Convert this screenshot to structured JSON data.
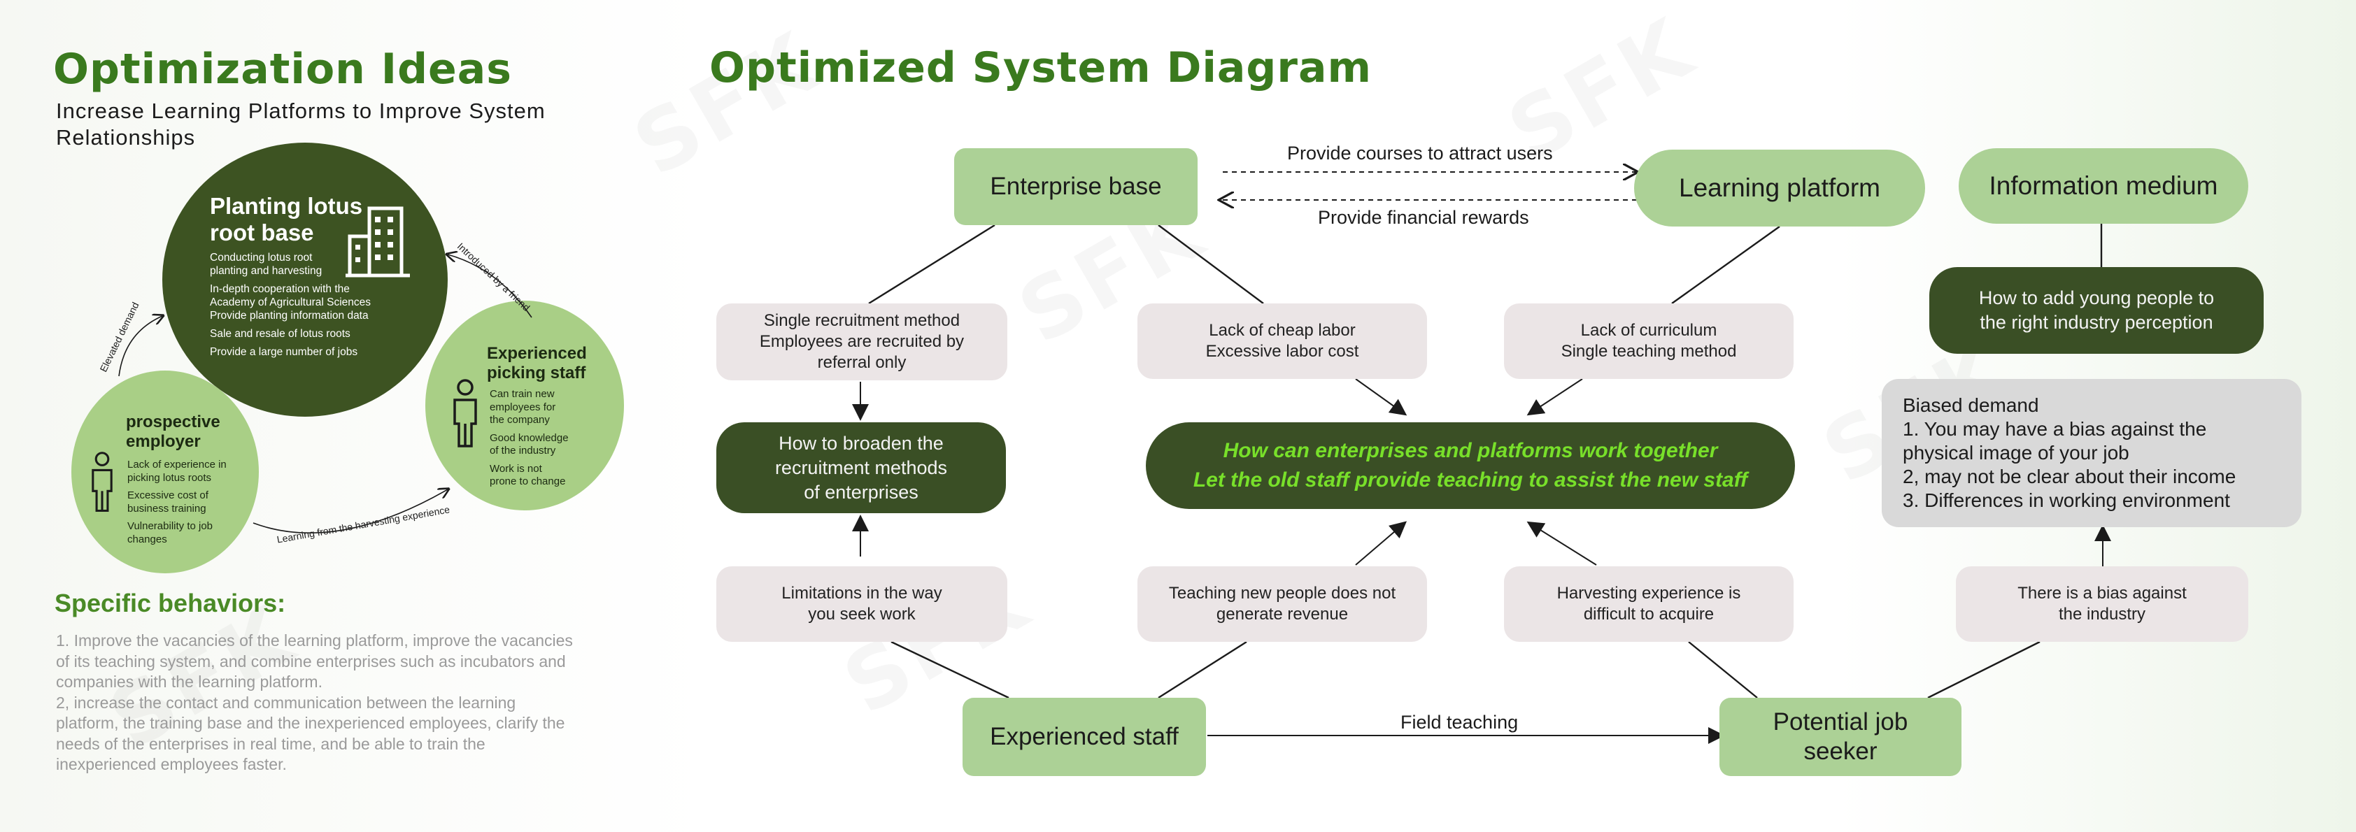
{
  "left": {
    "title": "Optimization Ideas",
    "subtitle_line1": "Increase Learning Platforms to Improve System",
    "subtitle_line2": "Relationships",
    "base": {
      "title_line1": "Planting lotus",
      "title_line2": "root base",
      "item1_line1": "Conducting lotus root",
      "item1_line2": "planting and harvesting",
      "item2_line1": "In-depth cooperation with the",
      "item2_line2": "Academy of Agricultural Sciences",
      "item2_line3": "Provide planting information data",
      "item3": "Sale and resale of lotus roots",
      "item4": "Provide a large number of jobs"
    },
    "staff": {
      "title_line1": "Experienced",
      "title_line2": "picking staff",
      "item1_line1": "Can train new",
      "item1_line2": "employees for",
      "item1_line3": "the company",
      "item2_line1": "Good knowledge",
      "item2_line2": "of the industry",
      "item3_line1": "Work is not",
      "item3_line2": "prone to change"
    },
    "employer": {
      "title_line1": "prospective",
      "title_line2": "employer",
      "item1_line1": "Lack of experience in",
      "item1_line2": "picking lotus roots",
      "item2_line1": "Excessive cost of",
      "item2_line2": "business training",
      "item3_line1": "Vulnerability to job",
      "item3_line2": "changes"
    },
    "arrow_labels": {
      "elevated_demand": "Elevated demand",
      "introduced_by_friend": "Introduced by a friend",
      "learning_from_harvesting": "Learning from the harvesting experience"
    },
    "behaviors_title": "Specific behaviors:",
    "behaviors": [
      "1. Improve the vacancies of the learning platform, improve the vacancies",
      "of its teaching system, and combine enterprises such as incubators and",
      "companies with the learning platform.",
      "2, increase the contact and communication between the learning",
      "platform, the training base and the inexperienced employees, clarify the",
      "needs of the enterprises in real time, and be able to train the",
      "inexperienced employees faster."
    ]
  },
  "right": {
    "title": "Optimized System Diagram",
    "enterprise_base": "Enterprise base",
    "learning_platform": "Learning platform",
    "information_medium": "Information medium",
    "experienced_staff": "Experienced staff",
    "job_seeker_line1": "Potential job",
    "job_seeker_line2": "seeker",
    "label_courses": "Provide courses to attract users",
    "label_rewards": "Provide financial rewards",
    "label_field": "Field teaching",
    "box_recruit": [
      "Single recruitment method",
      "Employees are recruited by",
      "referral only"
    ],
    "box_labor": [
      "Lack of cheap labor",
      "Excessive labor cost"
    ],
    "box_curriculum": [
      "Lack of curriculum",
      "Single teaching method"
    ],
    "box_broaden": [
      "How to broaden the",
      "recruitment methods",
      "of enterprises"
    ],
    "center": [
      "How can enterprises and platforms work together",
      "Let the old staff provide teaching to assist the new staff"
    ],
    "box_young": [
      "How to add young people to",
      "the right industry perception"
    ],
    "biased": [
      "Biased demand",
      "1. You may have a bias against the",
      "physical image of your job",
      "2, may not be clear about their income",
      "3. Differences in working environment"
    ],
    "box_limits": [
      "Limitations in the way",
      "you seek work"
    ],
    "box_revenue": [
      "Teaching new people does not",
      "generate revenue"
    ],
    "box_harvest": [
      "Harvesting experience is",
      "difficult to acquire"
    ],
    "box_bias_industry": [
      "There is a bias against",
      "the industry"
    ]
  },
  "colors": {
    "title_green": "#3a7a1e",
    "dark_green": "#3a4f25",
    "light_green": "#acd196",
    "gray_box": "#ebe5e6",
    "highlight": "#78e02a"
  },
  "icons": [
    "building-icon",
    "person-icon"
  ],
  "watermark": "SFK"
}
